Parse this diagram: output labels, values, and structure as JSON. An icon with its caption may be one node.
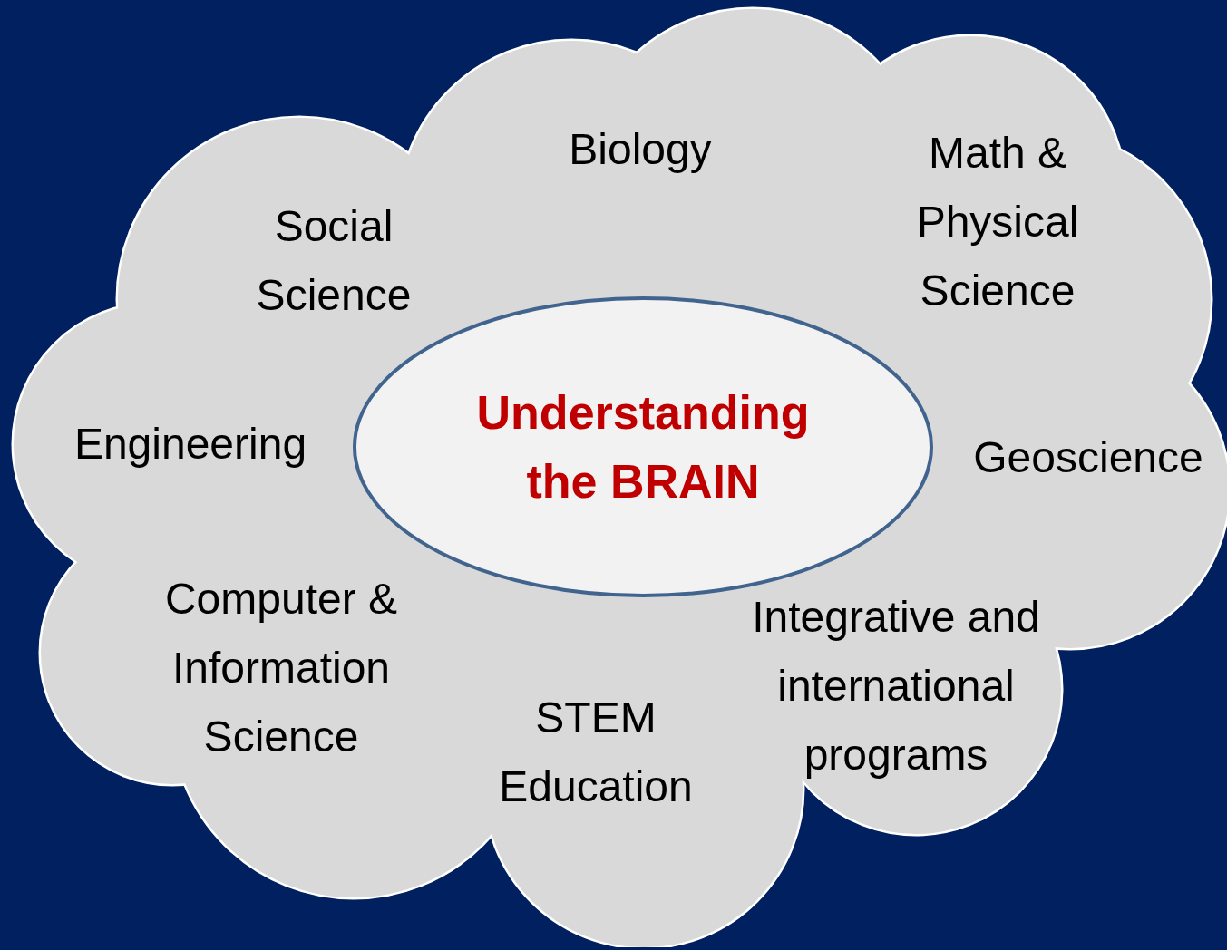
{
  "diagram": {
    "nodes": [
      {
        "text": [
          "Biology",
          "Social Science",
          "Math & Physical Science",
          "Engineering",
          "Geoscience",
          "Computer & Information Science",
          "STEM Education",
          "Integrative and international programs"
        ]
      },
      {
        "text": [
          "Understanding the BRAIN"
        ],
        "in": 0
      }
    ]
  }
}
